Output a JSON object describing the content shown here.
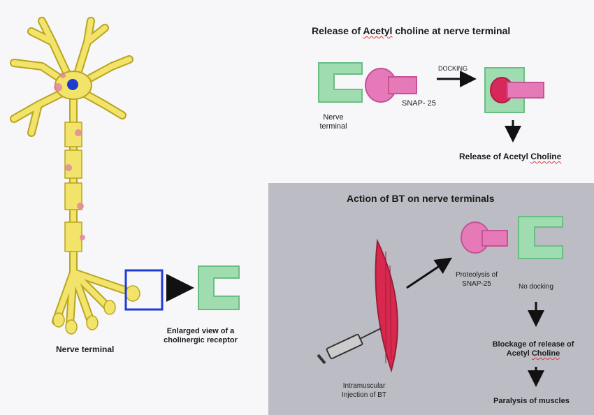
{
  "colors": {
    "neuron_fill": "#f2e36a",
    "neuron_stroke": "#b9a520",
    "nerve_terminal_green": "#9fdcb0",
    "snap25_pink": "#e67ab8",
    "bt_panel_bg": "#bcbcc4",
    "receptor_box_blue": "#1e3bd6",
    "muscle_red": "#d8284e"
  },
  "neuron": {
    "label": "Nerve terminal",
    "enlarged_caption_line1": "Enlarged view of a",
    "enlarged_caption_line2": "cholinergic receptor"
  },
  "release_panel": {
    "title_prefix": "Release of ",
    "title_acetyl": "Acetyl",
    "title_suffix": " choline  at nerve terminal",
    "nerve_terminal_line1": "Nerve",
    "nerve_terminal_line2": "terminal",
    "snap25_label": "SNAP- 25",
    "docking_label": "DOCKING",
    "result_prefix": "Release of Acetyl ",
    "result_choline": "Choline"
  },
  "bt_panel": {
    "title": "Action of BT on nerve terminals",
    "proteolysis_line1": "Proteolysis of",
    "proteolysis_line2": "SNAP-25",
    "no_docking": "No docking",
    "blockage_line1": "Blockage of release of",
    "blockage_line2_prefix": "Acetyl ",
    "blockage_line2_choline": "Choline",
    "paralysis": "Paralysis of muscles",
    "injection_line1": "Intramuscular",
    "injection_line2": "Injection of BT"
  }
}
